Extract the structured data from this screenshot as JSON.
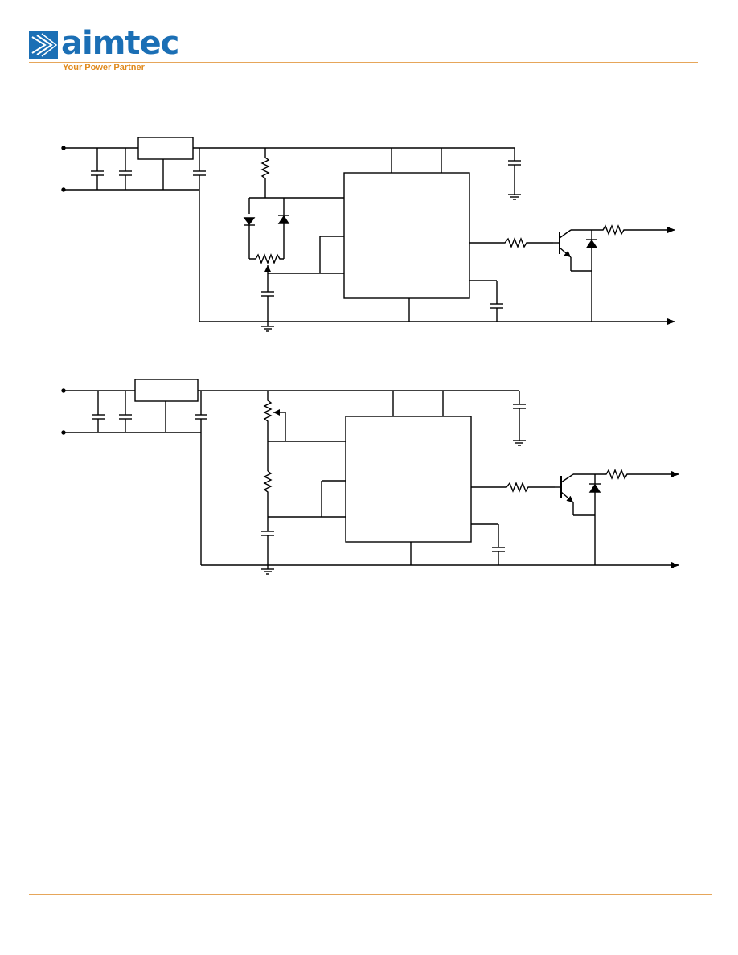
{
  "header": {
    "logo_word": "aimtec",
    "tagline": "Your Power Partner",
    "colors": {
      "brand_blue": "#1b6fb5",
      "accent_orange": "#e08a1e",
      "rule": "#e6a65a",
      "wire": "#000000"
    }
  },
  "diagrams": [
    {
      "id": "circuit-1",
      "icon": "application-circuit-schematic"
    },
    {
      "id": "circuit-2",
      "icon": "application-circuit-schematic"
    }
  ]
}
